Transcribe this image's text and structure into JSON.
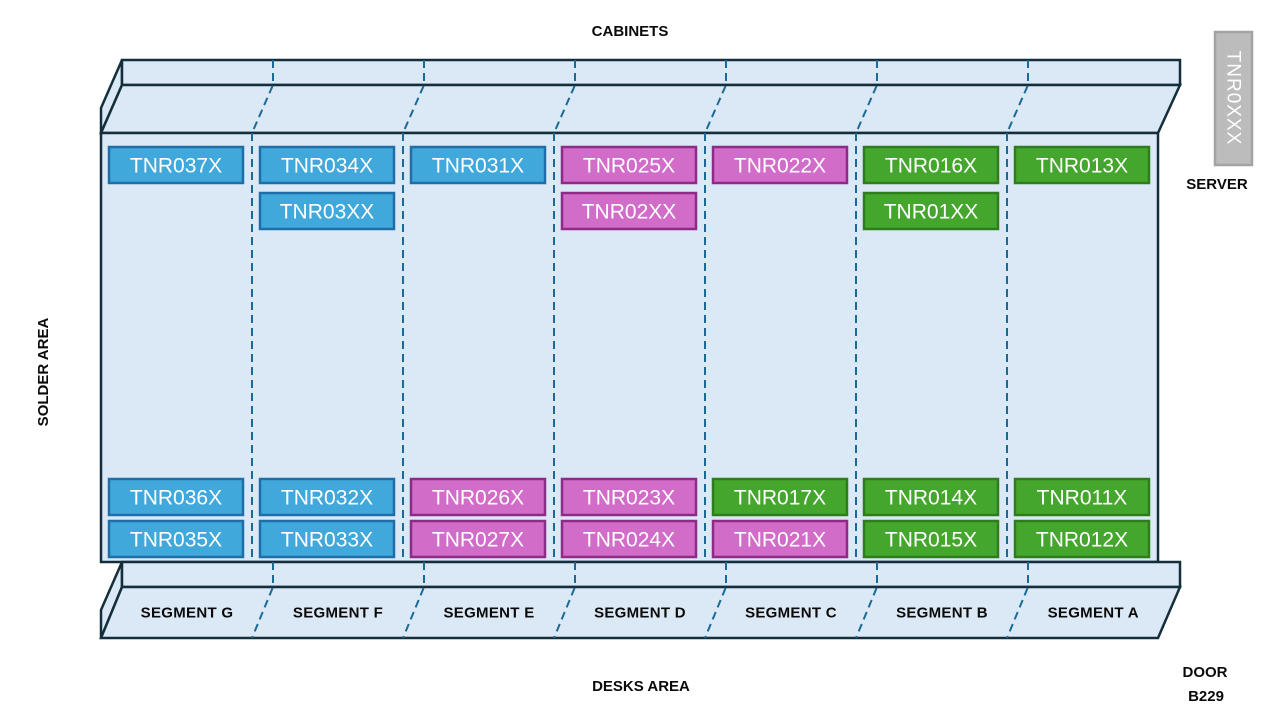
{
  "title_labels": {
    "cabinets": "CABINETS",
    "server": "SERVER",
    "solder_area": "SOLDER AREA",
    "desks_area": "DESKS AREA",
    "door_line1": "DOOR",
    "door_line2": "B229",
    "server_rack": "TNR0XXX"
  },
  "colors": {
    "area_fill": "#dbe8f5",
    "outline": "#142f3b",
    "divider": "#1b6a96",
    "blue_fill": "#41a8dc",
    "blue_border": "#1e6fa8",
    "magenta_fill": "#d16cc9",
    "magenta_border": "#8e2b87",
    "green_fill": "#45a62d",
    "green_border": "#2e7d1c",
    "rack_fill": "#bcbcbc",
    "rack_border": "#a3a3a3"
  },
  "segments": [
    {
      "label": "SEGMENT G",
      "top_row": [
        {
          "label": "TNR037X",
          "color": "blue"
        }
      ],
      "bottom_rows": [
        {
          "label": "TNR036X",
          "color": "blue"
        },
        {
          "label": "TNR035X",
          "color": "blue"
        }
      ]
    },
    {
      "label": "SEGMENT F",
      "top_row": [
        {
          "label": "TNR034X",
          "color": "blue"
        },
        {
          "label": "TNR03XX",
          "color": "blue"
        }
      ],
      "bottom_rows": [
        {
          "label": "TNR032X",
          "color": "blue"
        },
        {
          "label": "TNR033X",
          "color": "blue"
        }
      ]
    },
    {
      "label": "SEGMENT E",
      "top_row": [
        {
          "label": "TNR031X",
          "color": "blue"
        }
      ],
      "bottom_rows": [
        {
          "label": "TNR026X",
          "color": "magenta"
        },
        {
          "label": "TNR027X",
          "color": "magenta"
        }
      ]
    },
    {
      "label": "SEGMENT D",
      "top_row": [
        {
          "label": "TNR025X",
          "color": "magenta"
        },
        {
          "label": "TNR02XX",
          "color": "magenta"
        }
      ],
      "bottom_rows": [
        {
          "label": "TNR023X",
          "color": "magenta"
        },
        {
          "label": "TNR024X",
          "color": "magenta"
        }
      ]
    },
    {
      "label": "SEGMENT C",
      "top_row": [
        {
          "label": "TNR022X",
          "color": "magenta"
        }
      ],
      "bottom_rows": [
        {
          "label": "TNR017X",
          "color": "green"
        },
        {
          "label": "TNR021X",
          "color": "magenta"
        }
      ]
    },
    {
      "label": "SEGMENT B",
      "top_row": [
        {
          "label": "TNR016X",
          "color": "green"
        },
        {
          "label": "TNR01XX",
          "color": "green"
        }
      ],
      "bottom_rows": [
        {
          "label": "TNR014X",
          "color": "green"
        },
        {
          "label": "TNR015X",
          "color": "green"
        }
      ]
    },
    {
      "label": "SEGMENT A",
      "top_row": [
        {
          "label": "TNR013X",
          "color": "green"
        }
      ],
      "bottom_rows": [
        {
          "label": "TNR011X",
          "color": "green"
        },
        {
          "label": "TNR012X",
          "color": "green"
        }
      ]
    }
  ]
}
